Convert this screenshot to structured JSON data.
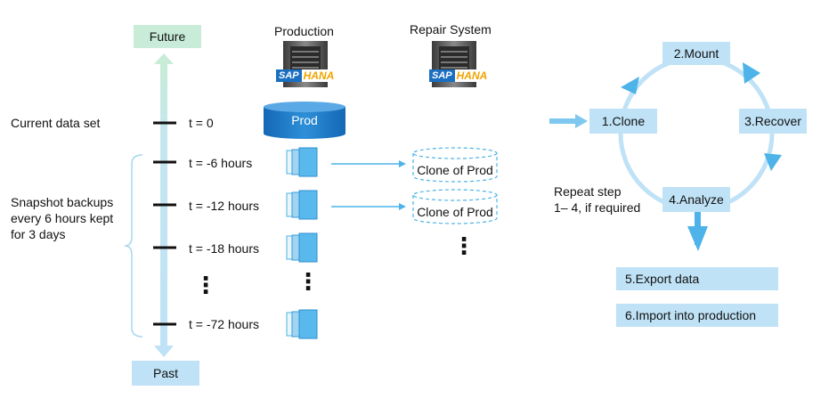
{
  "timeline": {
    "top_label": "Future",
    "bottom_label": "Past",
    "current_label": "Current data set",
    "snapshot_label_lines": [
      "Snapshot backups",
      "every 6 hours kept",
      "for 3 days"
    ],
    "ticks": [
      {
        "label": "t = 0"
      },
      {
        "label": "t = -6 hours"
      },
      {
        "label": "t = -12 hours"
      },
      {
        "label": "t = -18 hours"
      },
      {
        "label": "t = -72 hours"
      }
    ],
    "ellipsis": "⋮"
  },
  "production": {
    "title": "Production",
    "logo_sap": "SAP",
    "logo_hana": "HANA",
    "db_label": "Prod"
  },
  "repair": {
    "title": "Repair System",
    "logo_sap": "SAP",
    "logo_hana": "HANA",
    "clones": [
      "Clone of Prod",
      "Clone of Prod"
    ],
    "ellipsis": "⋮"
  },
  "cycle": {
    "steps": [
      "1.Clone",
      "2.Mount",
      "3.Recover",
      "4.Analyze"
    ],
    "repeat_note_lines": [
      "Repeat step",
      "1– 4, if required"
    ],
    "export": "5.Export data",
    "import": "6.Import into production"
  },
  "colors": {
    "light_blue": "#bfe2f6",
    "mid_blue": "#7ec8ef",
    "accent_blue": "#4db3e8",
    "db_blue": "#1f7ac8",
    "green": "#c8ecd8",
    "sap_blue": "#1b6fc0",
    "hana_orange": "#f0a400"
  }
}
